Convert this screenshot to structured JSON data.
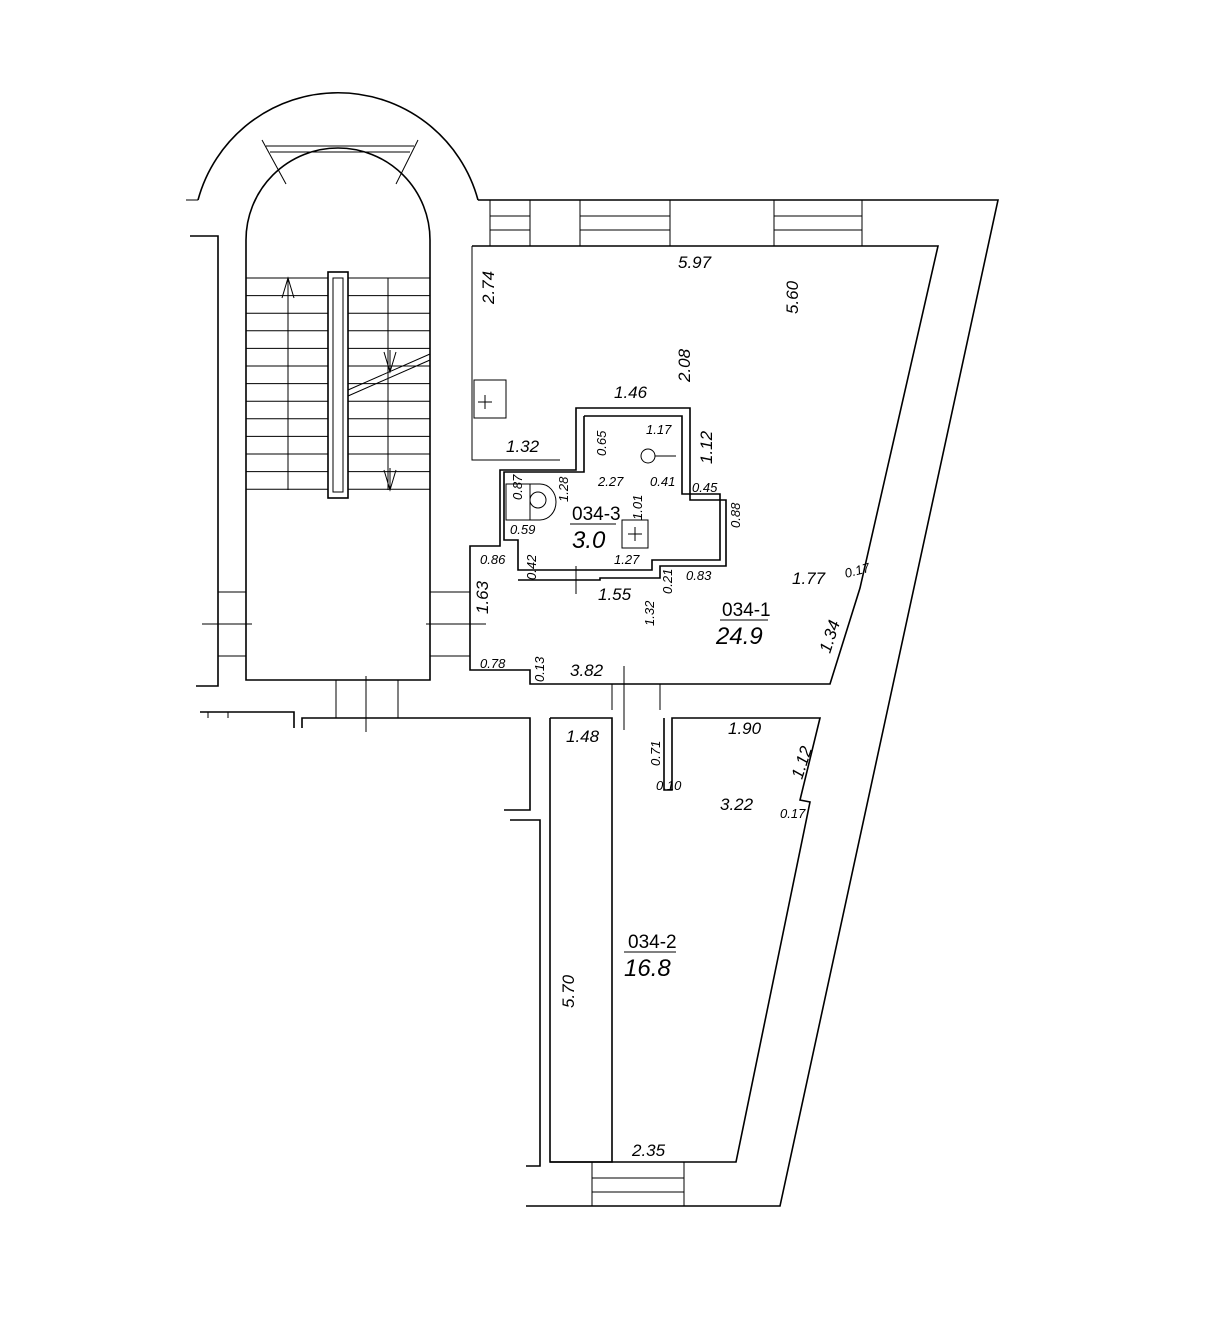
{
  "rooms": {
    "r1": {
      "id": "034-1",
      "area": "24.9"
    },
    "r2": {
      "id": "034-2",
      "area": "16.8"
    },
    "r3": {
      "id": "034-3",
      "area": "3.0"
    }
  },
  "dimensions": {
    "d_5_97": "5.97",
    "d_2_74": "2.74",
    "d_5_60": "5.60",
    "d_2_08": "2.08",
    "d_1_46": "1.46",
    "d_1_32_top": "1.32",
    "d_1_12_top": "1.12",
    "d_1_17": "1.17",
    "d_0_65": "0.65",
    "d_0_87": "0.87",
    "d_1_28": "1.28",
    "d_2_27": "2.27",
    "d_0_41": "0.41",
    "d_0_45": "0.45",
    "d_0_88": "0.88",
    "d_1_01": "1.01",
    "d_0_59": "0.59",
    "d_1_27": "1.27",
    "d_0_86": "0.86",
    "d_0_42": "0.42",
    "d_1_63": "1.63",
    "d_1_55": "1.55",
    "d_0_21": "0.21",
    "d_0_83": "0.83",
    "d_1_77": "1.77",
    "d_0_17_top": "0.17",
    "d_1_32_mid": "1.32",
    "d_1_34": "1.34",
    "d_0_78": "0.78",
    "d_0_13": "0.13",
    "d_3_82": "3.82",
    "d_1_48": "1.48",
    "d_0_71": "0.71",
    "d_1_90": "1.90",
    "d_1_12_bot": "1.12",
    "d_0_10": "0.10",
    "d_3_22": "3.22",
    "d_0_17_bot": "0.17",
    "d_5_70": "5.70",
    "d_2_35": "2.35"
  }
}
